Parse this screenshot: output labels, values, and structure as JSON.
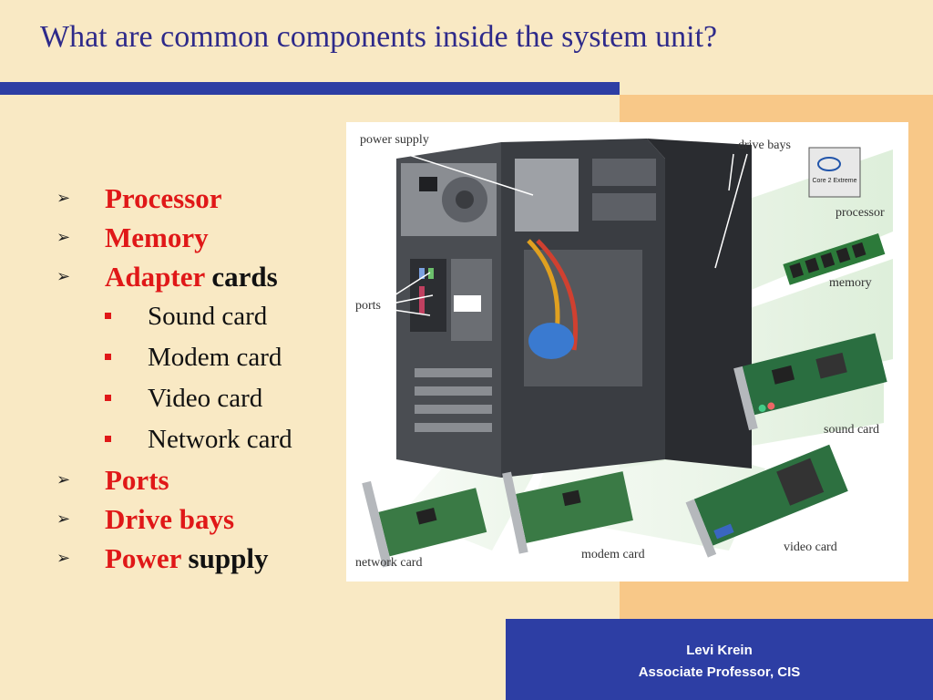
{
  "slide": {
    "title": "What are common components inside the system unit?"
  },
  "bullets": [
    {
      "text_red": "Processor",
      "text_black": ""
    },
    {
      "text_red": "Memory",
      "text_black": ""
    },
    {
      "text_red": "Adapter",
      "text_black": "cards"
    },
    {
      "text_red": "Ports",
      "text_black": ""
    },
    {
      "text_red": "Drive bays",
      "text_black": ""
    },
    {
      "text_red": "Power",
      "text_black": "supply"
    }
  ],
  "sub_bullets": [
    "Sound card",
    "Modem card",
    "Video card",
    "Network card"
  ],
  "figure": {
    "labels": {
      "power_supply": "power supply",
      "drive_bays": "drive bays",
      "processor": "processor",
      "memory": "memory",
      "ports": "ports",
      "sound_card": "sound card",
      "video_card": "video card",
      "modem_card": "modem card",
      "network_card": "network card",
      "chip_text": "Core 2 Extreme"
    }
  },
  "footer": {
    "name": "Levi Krein",
    "role": "Associate Professor, CIS"
  },
  "colors": {
    "background": "#f9e9c4",
    "accent_band": "#f8c888",
    "title_blue": "#2e2a8a",
    "bar_blue": "#2d3ea4",
    "bullet_red": "#e01818"
  }
}
